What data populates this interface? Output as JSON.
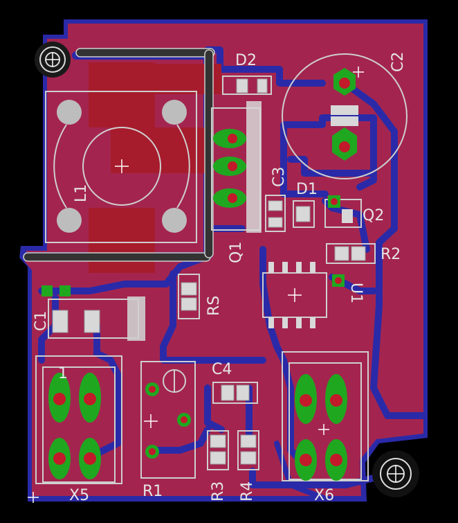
{
  "labels": {
    "d2": "D2",
    "c2": "C2",
    "l1": "L1",
    "c3": "C3",
    "d1": "D1",
    "q2": "Q2",
    "q1": "Q1",
    "r2": "R2",
    "rs": "RS",
    "u1": "U1",
    "c1": "C1",
    "c4": "C4",
    "x5": "X5",
    "r1": "R1",
    "r3": "R3",
    "r4": "R4",
    "x6": "X6",
    "pin1": "1"
  },
  "colors": {
    "background": "#000000",
    "copper_fill": "#a3254f",
    "trace": "#2a2aa8",
    "pad": "#a61c2c",
    "through_pad": "#1fa81f",
    "silkscreen": "#cfcfcf"
  }
}
